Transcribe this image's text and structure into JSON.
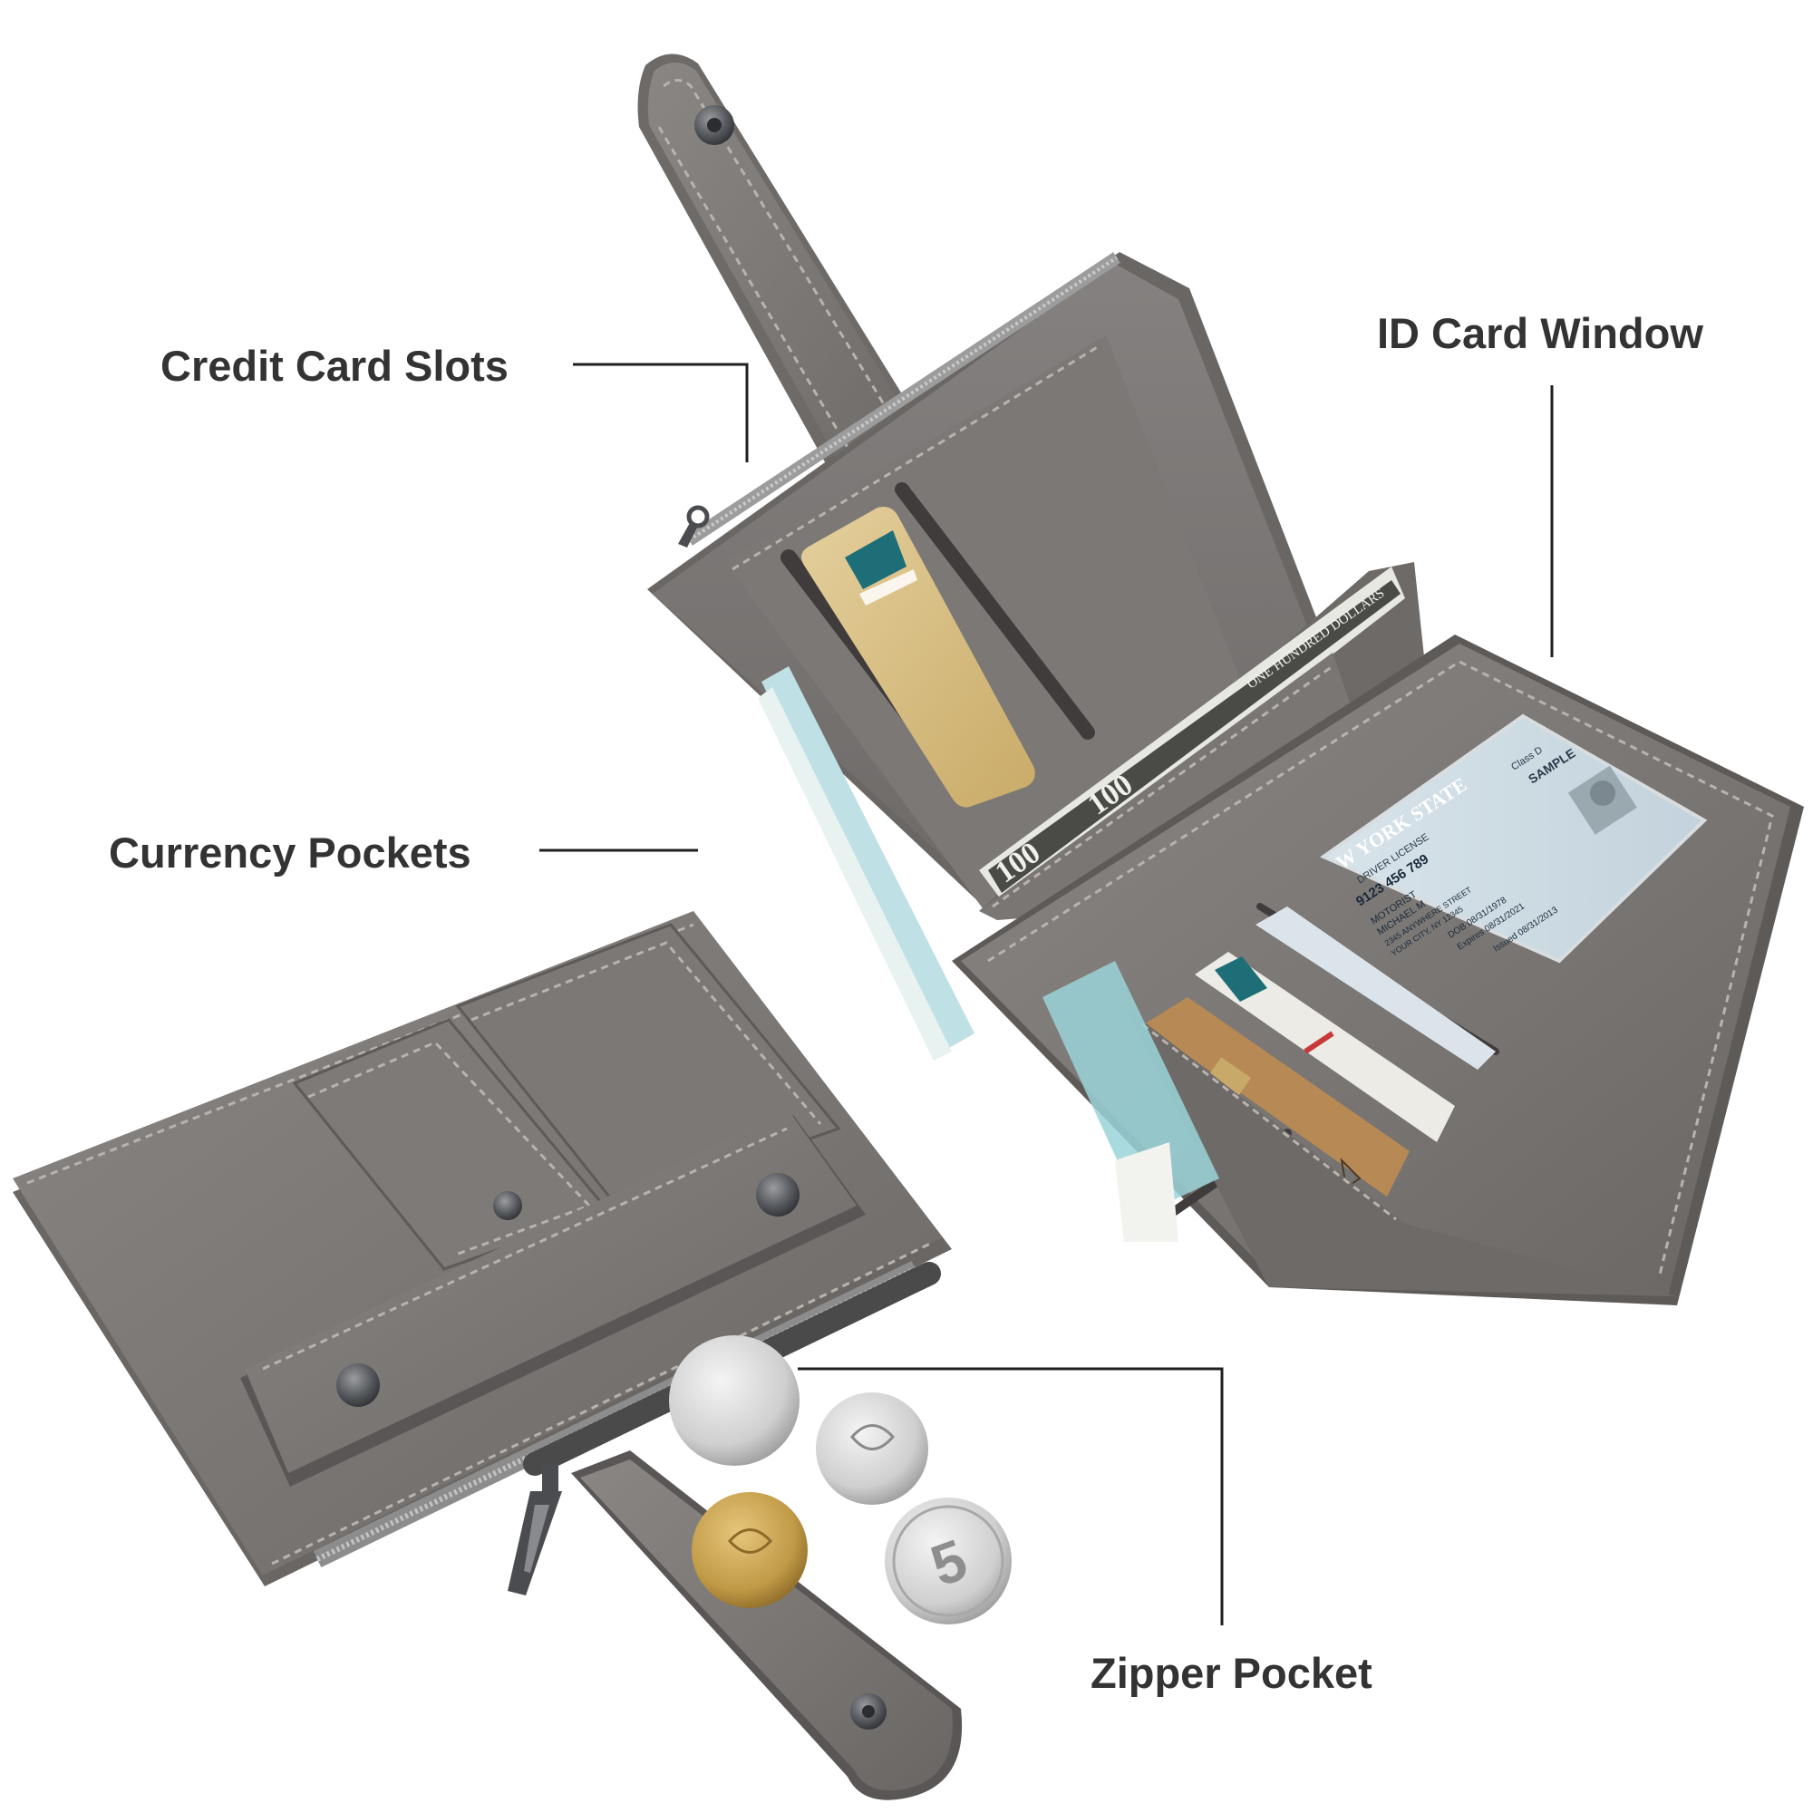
{
  "labels": {
    "credit_card_slots": "Credit Card Slots",
    "id_card_window": "ID Card Window",
    "currency_pockets": "Currency Pockets",
    "zipper_pocket": "Zipper Pocket"
  },
  "id_card": {
    "state": "W YORK STATE",
    "license_type": "DRIVER LICENSE",
    "class": "Class D",
    "sample_tag": "SAMPLE",
    "number": "9123 456 789",
    "name_line1": "MOTORIST",
    "name_line2": "MICHAEL M",
    "address_line1": "2345 ANYWHERE STREET",
    "address_line2": "YOUR CITY, NY 12345",
    "dob": "DOB 08/31/1978",
    "expires": "Expires 08/31/2021",
    "issued": "Issued 08/31/2013"
  },
  "banknote": {
    "denomination": "100",
    "inscription": "ONE HUNDRED DOLLARS"
  },
  "coin": {
    "value": "5"
  },
  "colors": {
    "background": "#ffffff",
    "label_text": "#333333",
    "leather": "#787472",
    "leather_dark": "#5e5a58",
    "leather_light": "#8a8684",
    "stitch": "#b8b3ad",
    "gold_card": "#d6bd84",
    "teal": "#1e6e78",
    "silver": "#d4d4d4",
    "brass": "#c09a46"
  }
}
